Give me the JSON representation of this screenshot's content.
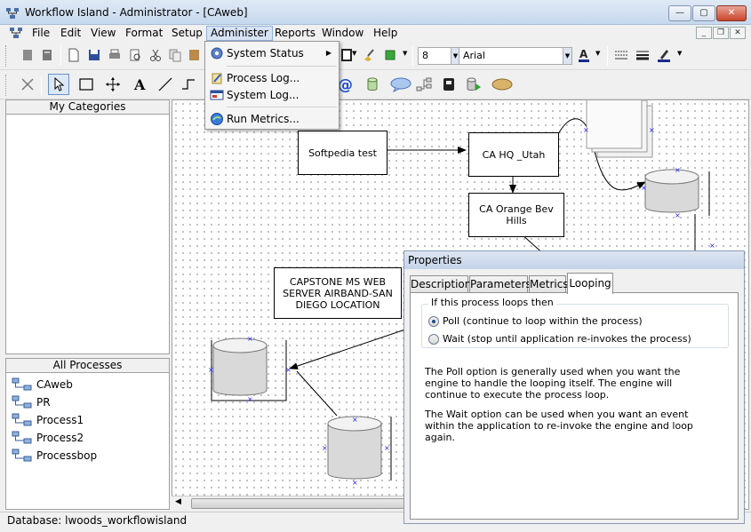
{
  "window": {
    "title": "Workflow Island - Administrator - [CAweb]",
    "min_glyph": "—",
    "max_glyph": "▢",
    "close_glyph": "✕"
  },
  "menubar": {
    "items": [
      "File",
      "Edit",
      "View",
      "Format",
      "Setup",
      "Administer",
      "Reports",
      "Window",
      "Help"
    ],
    "active": "Administer",
    "mdi_min": "_",
    "mdi_restore": "❐",
    "mdi_close": "✕"
  },
  "administer_menu": {
    "items": [
      {
        "label": "System Status",
        "icon": "gear-icon",
        "submenu": true
      },
      {
        "label": "Process Log...",
        "icon": "process-log-icon",
        "submenu": false
      },
      {
        "label": "System Log...",
        "icon": "system-log-icon",
        "submenu": false
      },
      {
        "label": "Run Metrics...",
        "icon": "run-metrics-icon",
        "submenu": false
      }
    ],
    "submenu_arrow": "▶"
  },
  "toolbar": {
    "font_size": "8",
    "font_name": "Arial",
    "dropdown_arrow": "▼"
  },
  "left_panel": {
    "categories_header": "My Categories",
    "processes_header": "All Processes",
    "processes": [
      "CAweb",
      "PR",
      "Process1",
      "Process2",
      "Processbop"
    ]
  },
  "canvas": {
    "nodes": {
      "softpedia": "Softpedia test",
      "ca_hq": "CA HQ _Utah",
      "ca_orange": "CA Orange Bev Hills",
      "capstone": "CAPSTONE MS WEB SERVER AIRBAND-SAN DIEGO LOCATION"
    },
    "connector_glyph": "×"
  },
  "properties": {
    "title": "Properties",
    "tabs": [
      "Description",
      "Parameters",
      "Metrics",
      "Looping"
    ],
    "active_tab": "Looping",
    "group_label": "If this process loops then",
    "options": [
      {
        "label": "Poll (continue to loop within the process)",
        "selected": true
      },
      {
        "label": "Wait (stop until application re-invokes the process)",
        "selected": false
      }
    ],
    "paragraph1": "The Poll option is generally used when you want the engine to handle the looping itself.  The engine will continue to execute the process loop.",
    "paragraph2": "The Wait option can be used when you want an event within the application to re-invoke the engine and loop again."
  },
  "scroll": {
    "left_arrow": "◀"
  },
  "status": {
    "text": "Database: lwoods_workflowisland"
  }
}
